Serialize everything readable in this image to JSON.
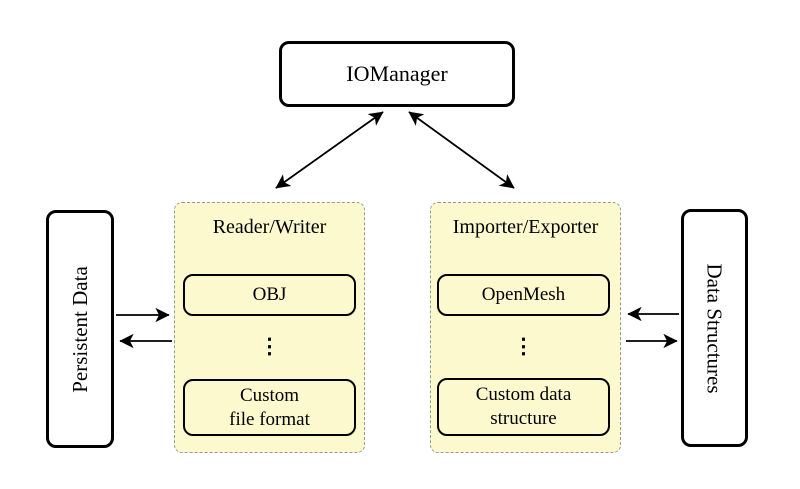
{
  "colors": {
    "background": "#ffffff",
    "panel_fill": "#fbf9cd",
    "panel_border": "#999999",
    "box_border": "#000000",
    "arrow": "#000000"
  },
  "io_manager": {
    "label": "IOManager"
  },
  "persistent_data": {
    "label": "Persistent Data"
  },
  "data_structures": {
    "label": "Data Structures"
  },
  "reader_writer": {
    "label": "Reader/Writer",
    "items": [
      {
        "label": "OBJ"
      },
      {
        "label": "⋮"
      },
      {
        "label": "Custom\nfile format"
      }
    ]
  },
  "importer_exporter": {
    "label": "Importer/Exporter",
    "items": [
      {
        "label": "OpenMesh"
      },
      {
        "label": "⋮"
      },
      {
        "label": "Custom data\nstructure"
      }
    ]
  }
}
